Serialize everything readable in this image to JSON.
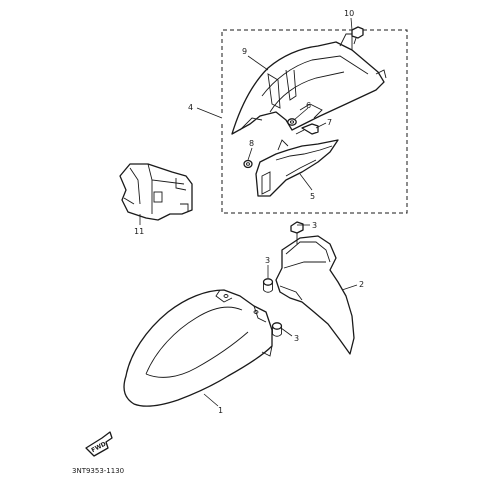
{
  "labels": {
    "p1": "1",
    "p2": "2",
    "p3a": "3",
    "p3b": "3",
    "p3c": "3",
    "p4": "4",
    "p5": "5",
    "p6": "6",
    "p7": "7",
    "p8": "8",
    "p9": "9",
    "p10": "10",
    "p11": "11"
  },
  "fwd_badge": "FWD",
  "diagram_code": "3NT9353-1130"
}
